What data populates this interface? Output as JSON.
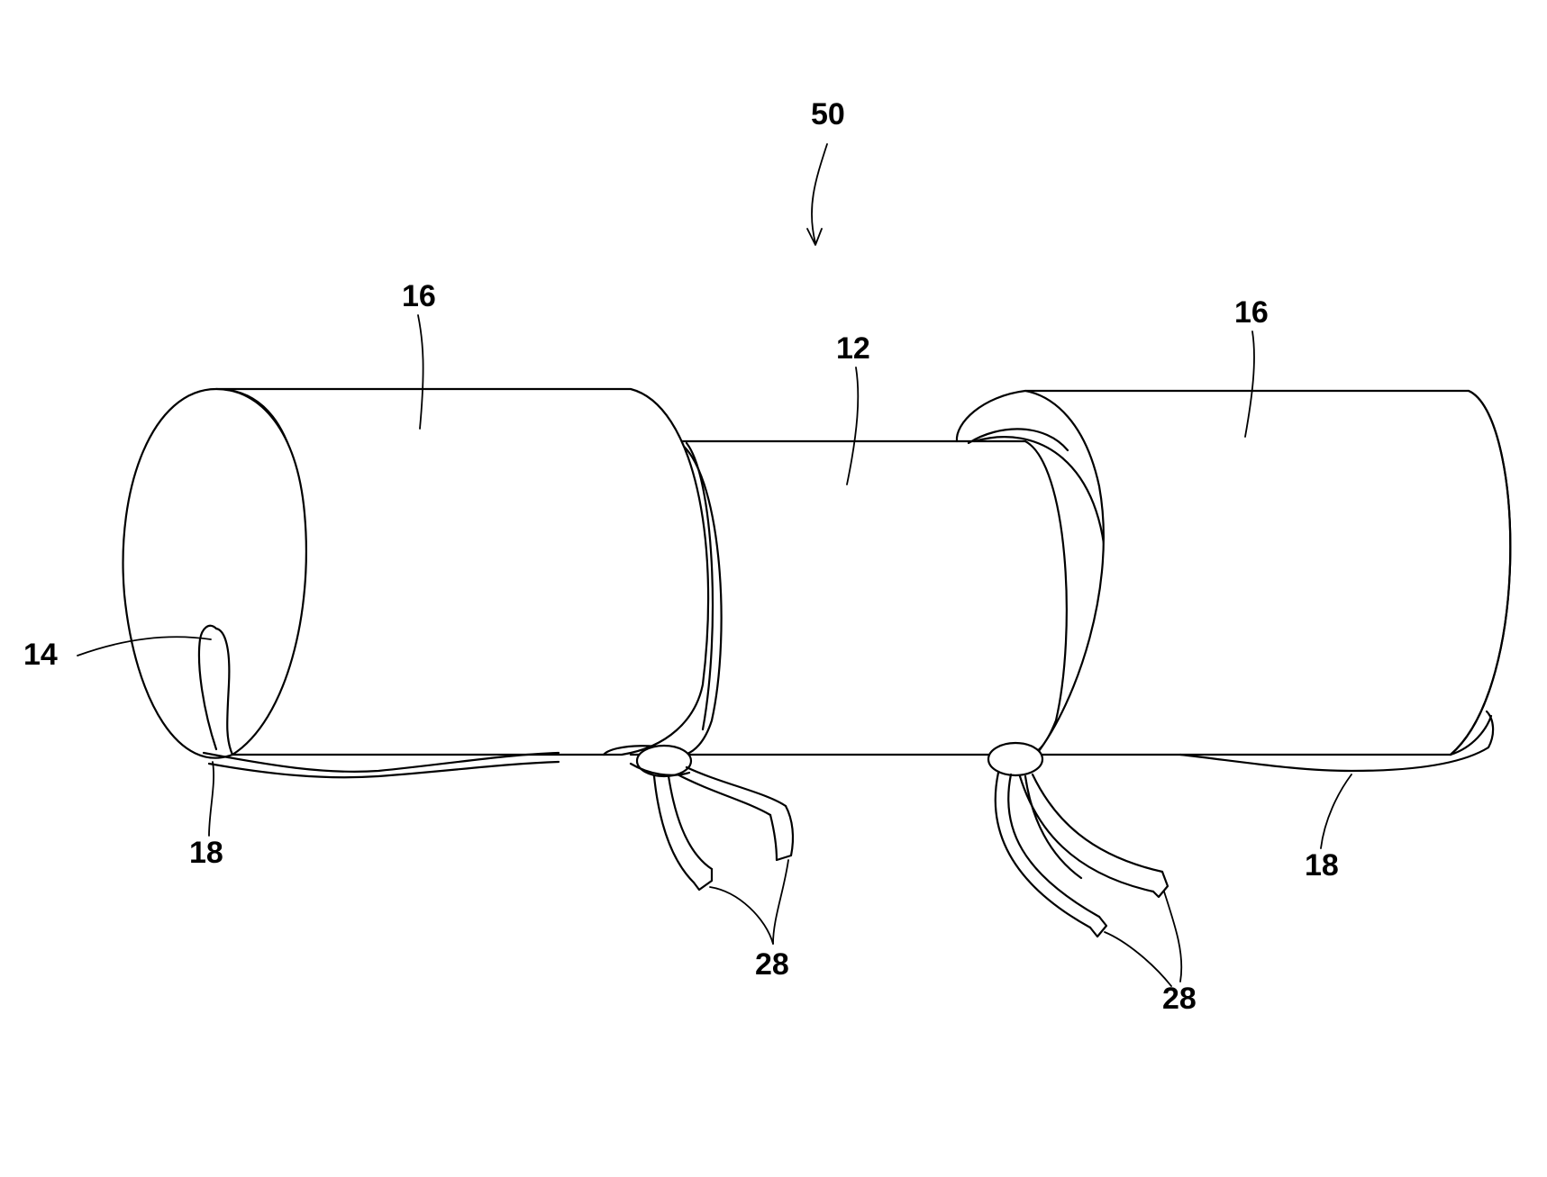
{
  "figure": {
    "labels": {
      "assembly": "50",
      "end_pad_left": "16",
      "end_pad_right": "16",
      "center_body": "12",
      "slit": "14",
      "strap_left": "18",
      "strap_right": "18",
      "ties_left": "28",
      "ties_right": "28"
    },
    "colors": {
      "line": "#000000",
      "background": "#ffffff"
    }
  }
}
